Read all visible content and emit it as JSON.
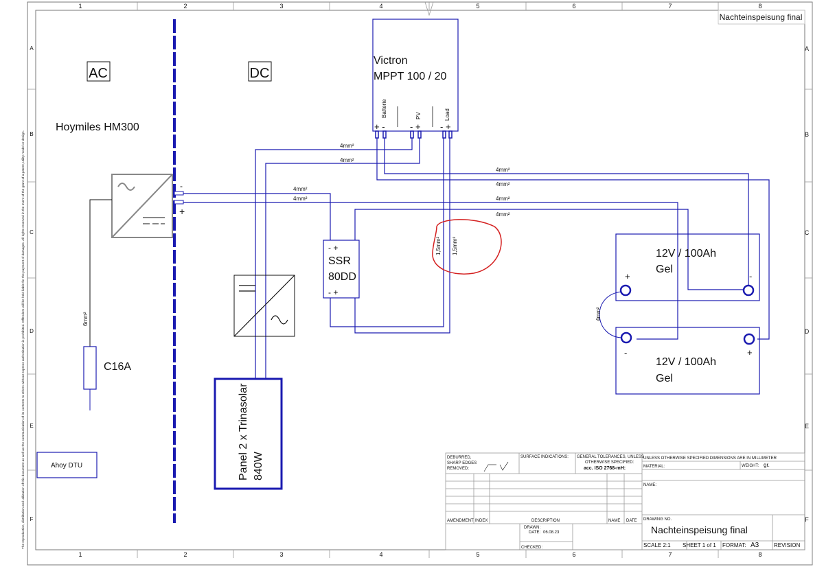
{
  "frame": {
    "cols": [
      "1",
      "2",
      "3",
      "4",
      "5",
      "6",
      "7",
      "8"
    ],
    "rows": [
      "A",
      "B",
      "C",
      "D",
      "E",
      "F"
    ],
    "corner_title": "Nachteinspeisung final",
    "side_notice": "The reproduction, distribution and utilization of this document as well as the communication of its contents to others without express authorization is prohibited. Offenders will be held liable for the payment of damages. All rights reserved in the event of the grant of a patent, utility model or design."
  },
  "diagram": {
    "ac_label": "AC",
    "dc_label": "DC",
    "inverter_name": "Hoymiles HM300",
    "inverter_minus": "-",
    "inverter_plus": "+",
    "fuse_label": "C16A",
    "fuse_wire": "6mm²",
    "dtu_label": "Ahoy DTU",
    "mppt_title_1": "Victron",
    "mppt_title_2": "MPPT 100 / 20",
    "mppt_batterie": "Batterie",
    "mppt_pv": "PV",
    "mppt_load": "Load",
    "mppt_polarity": "+ -",
    "mppt_pv_polarity": "- +",
    "mppt_load_polarity": "- +",
    "ssr_line1": "SSR",
    "ssr_line2": "80DD",
    "ssr_top": "-   +",
    "ssr_bottom": "-   +",
    "panel_line1": "Panel 2 x Trinasolar",
    "panel_line2": "840W",
    "battery1_line1": "12V / 100Ah",
    "battery1_line2": "Gel",
    "battery2_line1": "12V / 100Ah",
    "battery2_line2": "Gel",
    "plus": "+",
    "minus": "-",
    "wire_4mm": "4mm²",
    "wire_15mm": "1,5mm²"
  },
  "title_block": {
    "deburred": "DEBURRED,",
    "sharp_edges": "SHARP EDGES",
    "removed": "REMOVED:",
    "surface_indications": "SURFACE INDICATIONS:",
    "general_tolerances": "GENERAL TOLERANCES, UNLESS",
    "otherwise_specified": "OTHERWISE SPECIFIED:",
    "iso": "acc. ISO 2768-mH:",
    "unless_dims": "UNLESS OTHERWISE SPECIFIED DIMENSIONS ARE IN MILLIMETER",
    "material": "MATERIAL:",
    "weight": "WEIGHT:",
    "weight_unit": "gr.",
    "name_field": "NAME:",
    "amendment": "AMENDMENT",
    "index": "INDEX",
    "description": "DESCRIPTION",
    "name_col": "NAME",
    "date_col": "DATE",
    "drawn": "DRAWN:",
    "date_label": "DATE:",
    "date_value": "06.08.23",
    "checked": "CHECKED:",
    "drawing_no": "DRAWING NO.",
    "drawing_title": "Nachteinspeisung final",
    "scale": "SCALE 2:1",
    "sheet": "SHEET 1 of 1",
    "format": "FORMAT:",
    "format_value": "A3",
    "revision": "REVISION"
  },
  "colors": {
    "wire": "#1a1ab0",
    "gray_symbol": "#888888",
    "annotation": "#d42020"
  }
}
